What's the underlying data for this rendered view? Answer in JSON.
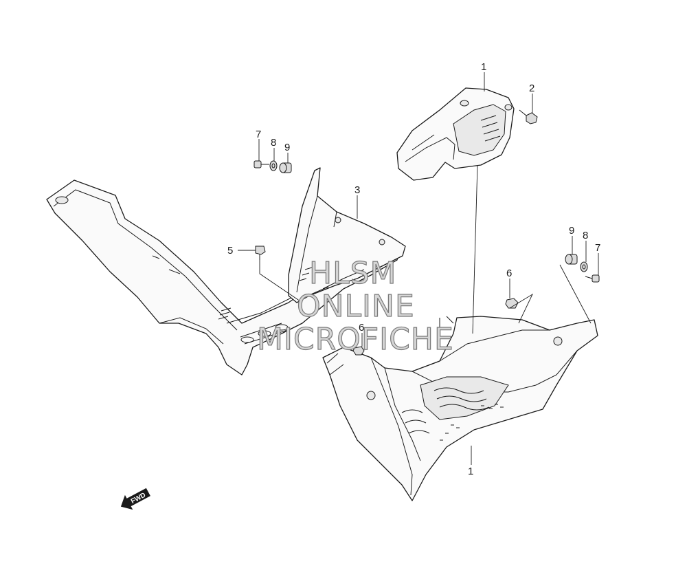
{
  "diagram": {
    "callouts": {
      "front_cover": "1",
      "bolt_top": "2",
      "left_guard": "3",
      "screw_left": "5",
      "nut_center": "6",
      "nut_lower": "6",
      "bolt_left": "7",
      "washer_left": "8",
      "grommet_left": "9",
      "grommet_right": "9",
      "washer_right": "8",
      "bolt_right": "7",
      "floor_board": "1"
    },
    "watermark": [
      "HLSM",
      "ONLINE",
      "MICROFICHE"
    ],
    "direction_badge": "FWD"
  }
}
